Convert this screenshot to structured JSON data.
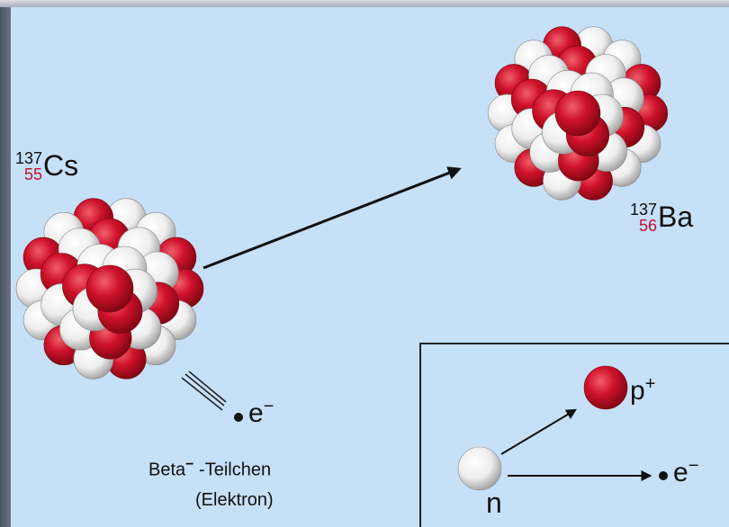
{
  "cesium": {
    "mass": "137",
    "atomic": "55",
    "symbol": "Cs"
  },
  "barium": {
    "mass": "137",
    "atomic": "56",
    "symbol": "Ba"
  },
  "electron_label": "e",
  "electron_charge": "−",
  "beta_label": "Beta",
  "beta_superscript": "−",
  "beta_suffix": " -Teilchen",
  "beta_note": "(Elektron)",
  "inset": {
    "proton_label": "p",
    "proton_charge": "+",
    "electron_label": "e",
    "electron_charge": "−",
    "neutron_label": "n"
  },
  "colors": {
    "background": "#c6e0f8",
    "proton": "#c8102e",
    "neutron": "#f3f3f3",
    "atomic_number": "#c2122c"
  }
}
